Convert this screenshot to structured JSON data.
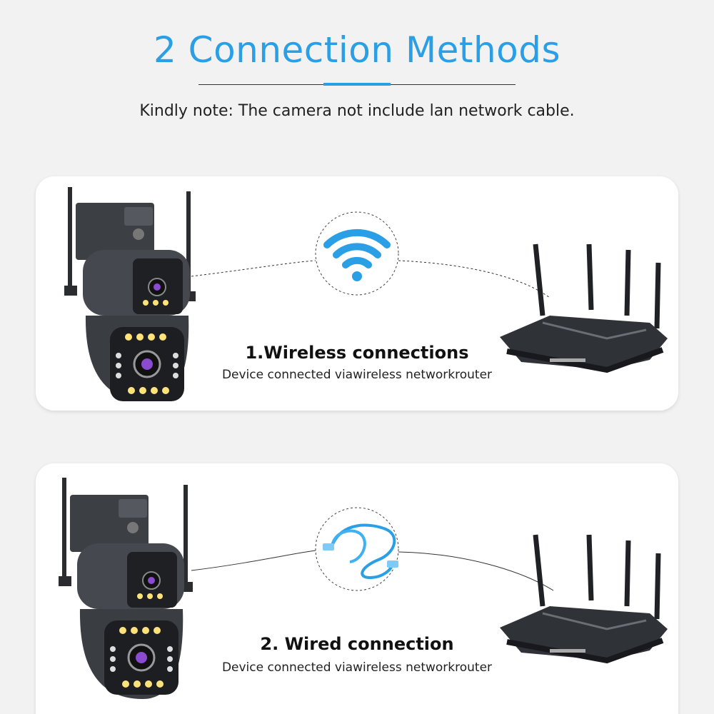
{
  "header": {
    "title": "2 Connection Methods",
    "note": "Kindly note: The camera not include lan network cable."
  },
  "methods": [
    {
      "heading": "1.Wireless connections",
      "description": "Device connected viawireless networkrouter",
      "medium_icon": "wifi-icon"
    },
    {
      "heading": "2. Wired connection",
      "description": "Device connected viawireless networkrouter",
      "medium_icon": "lan-cable-icon"
    }
  ],
  "colors": {
    "accent": "#2a9fe6",
    "background": "#f2f2f2",
    "card": "#ffffff",
    "device": "#3a3d42"
  }
}
